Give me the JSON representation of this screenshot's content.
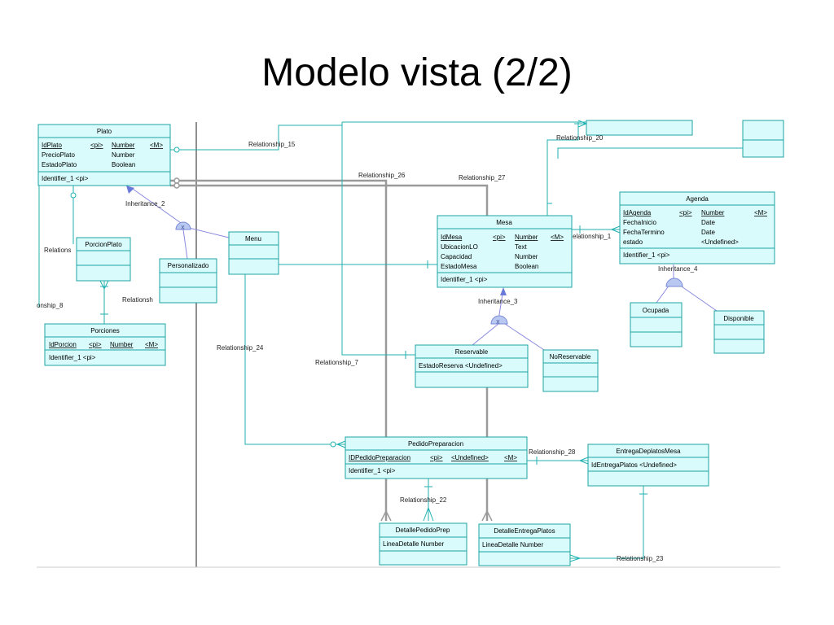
{
  "slide": {
    "title": "Modelo vista (2/2)"
  },
  "entities": {
    "plato": {
      "name": "Plato",
      "attributes": [
        {
          "name": "IdPlato",
          "key": "<pi>",
          "type": "Number",
          "mand": "<M>"
        },
        {
          "name": "PrecioPlato",
          "key": "",
          "type": "Number",
          "mand": ""
        },
        {
          "name": "EstadoPlato",
          "key": "",
          "type": "Boolean",
          "mand": ""
        }
      ],
      "identifier": "Identifier_1  <pi>"
    },
    "porcion_plato": {
      "name": "PorcionPlato"
    },
    "personalizado": {
      "name": "Personalizado"
    },
    "menu": {
      "name": "Menu"
    },
    "porciones": {
      "name": "Porciones",
      "attributes": [
        {
          "name": "IdPorcion",
          "key": "<pi>",
          "type": "Number",
          "mand": "<M>"
        }
      ],
      "identifier": "Identifier_1  <pi>"
    },
    "mesa": {
      "name": "Mesa",
      "attributes": [
        {
          "name": "IdMesa",
          "key": "<pi>",
          "type": "Number",
          "mand": "<M>"
        },
        {
          "name": "UbicacionLO",
          "key": "",
          "type": "Text",
          "mand": ""
        },
        {
          "name": "Capacidad",
          "key": "",
          "type": "Number",
          "mand": ""
        },
        {
          "name": "EstadoMesa",
          "key": "",
          "type": "Boolean",
          "mand": ""
        }
      ],
      "identifier": "Identifier_1  <pi>"
    },
    "agenda": {
      "name": "Agenda",
      "attributes": [
        {
          "name": "IdAgenda",
          "key": "<pi>",
          "type": "Number",
          "mand": "<M>"
        },
        {
          "name": "FechaInicio",
          "key": "",
          "type": "Date",
          "mand": ""
        },
        {
          "name": "FechaTermino",
          "key": "",
          "type": "Date",
          "mand": ""
        },
        {
          "name": "estado",
          "key": "",
          "type": "<Undefined>",
          "mand": ""
        }
      ],
      "identifier": "Identifier_1  <pi>"
    },
    "ocupada": {
      "name": "Ocupada"
    },
    "disponible": {
      "name": "Disponible"
    },
    "reservable": {
      "name": "Reservable",
      "attribute": "EstadoReserva  <Undefined>"
    },
    "no_reservable": {
      "name": "NoReservable"
    },
    "pedido_preparacion": {
      "name": "PedidoPreparacion",
      "attributes": [
        {
          "name": "IDPedidoPreparacion",
          "key": "<pi>",
          "type": "<Undefined>",
          "mand": "<M>"
        }
      ],
      "identifier": "Identifier_1  <pi>"
    },
    "entrega_deplatos_mesa": {
      "name": "EntregaDeplatosMesa",
      "attribute": "IdEntregaPlatos  <Undefined>"
    },
    "detalle_pedido_prep": {
      "name": "DetallePedidoPrep",
      "attribute": "LineaDetalle  Number"
    },
    "detalle_entrega_platos": {
      "name": "DetalleEntregaPlatos",
      "attribute": "LineaDetalle  Number"
    }
  },
  "relationships": {
    "r15": "Relationship_15",
    "r20": "Relationship_20",
    "r26": "Relationship_26",
    "r27": "Relationship_27",
    "r8": "onship_8",
    "relations": "Relations",
    "r_pers": "Relationsh",
    "r1": "elationship_1",
    "r24": "Relationship_24",
    "r7": "Relationship_7",
    "r28": "Relationship_28",
    "r22": "Relationship_22",
    "r23": "Relationship_23"
  },
  "inheritances": {
    "i2": "Inheritance_2",
    "i3": "Inheritance_3",
    "i4": "Inheritance_4"
  },
  "colors": {
    "entity_fill": "#d9fbfb",
    "entity_border": "#20a3a3",
    "relation_line": "#20b2b2",
    "inheritance_line": "#8a8ae0"
  }
}
